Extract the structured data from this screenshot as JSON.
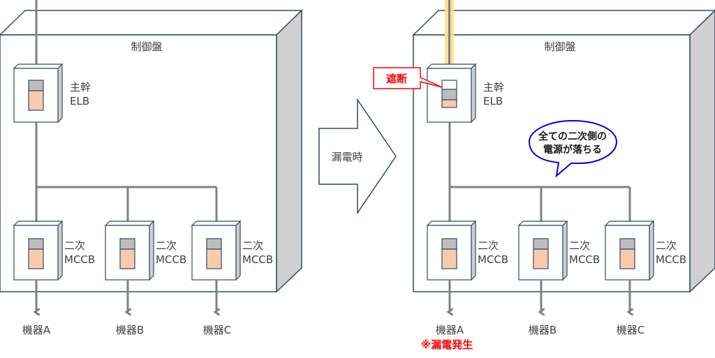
{
  "colors": {
    "outline": "#2f4a6e",
    "wire": "#808080",
    "side_face": "#d0d0d0",
    "handle_top": "#bdbdbd",
    "handle_body": "#f8cbad",
    "alert": "#ff0000",
    "bubble": "#0000dd",
    "highlight": "#ffe08a"
  },
  "transition_arrow": {
    "label": "漏電時"
  },
  "panels": [
    {
      "id": "normal",
      "title": "制御盤",
      "main_breaker": {
        "line1": "主幹",
        "line2": "ELB",
        "state": "on"
      },
      "secondary_breakers": [
        {
          "line1": "二次",
          "line2": "MCCB",
          "state": "on"
        },
        {
          "line1": "二次",
          "line2": "MCCB",
          "state": "on"
        },
        {
          "line1": "二次",
          "line2": "MCCB",
          "state": "on"
        }
      ],
      "devices": [
        "機器A",
        "機器B",
        "機器C"
      ]
    },
    {
      "id": "leakage",
      "title": "制御盤",
      "main_breaker": {
        "line1": "主幹",
        "line2": "ELB",
        "state": "tripped"
      },
      "trip_callout": "遮断",
      "speech_bubble": {
        "line1": "全ての二次側の",
        "line2": "電源が落ちる"
      },
      "secondary_breakers": [
        {
          "line1": "二次",
          "line2": "MCCB",
          "state": "on"
        },
        {
          "line1": "二次",
          "line2": "MCCB",
          "state": "on"
        },
        {
          "line1": "二次",
          "line2": "MCCB",
          "state": "on"
        }
      ],
      "devices": [
        "機器A",
        "機器B",
        "機器C"
      ],
      "fault_note": "※漏電発生"
    }
  ]
}
